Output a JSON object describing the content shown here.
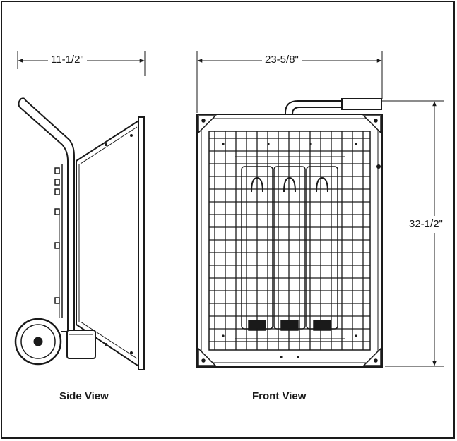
{
  "dimensions": {
    "side_width": "11-1/2\"",
    "front_width": "23-5/8\"",
    "front_height": "32-1/2\""
  },
  "captions": {
    "side_view": "Side View",
    "front_view": "Front View"
  },
  "colors": {
    "line": "#1a1a1a",
    "background": "#ffffff"
  }
}
